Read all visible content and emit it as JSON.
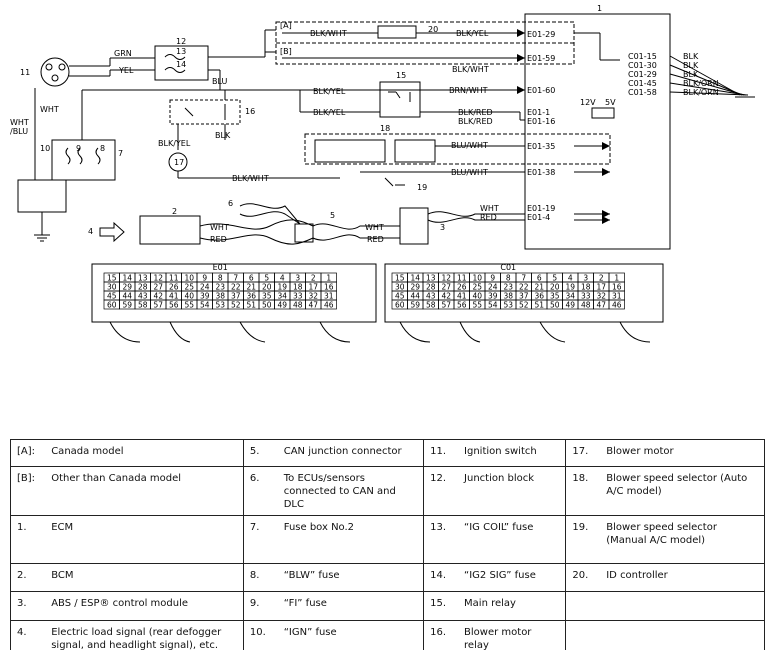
{
  "diagram": {
    "component_numbers": [
      "1",
      "2",
      "3",
      "4",
      "5",
      "6",
      "7",
      "8",
      "9",
      "10",
      "11",
      "12",
      "13",
      "14",
      "15",
      "16",
      "17",
      "18",
      "19",
      "20"
    ],
    "model_markers": [
      "[A]",
      "[B]"
    ],
    "wires": {
      "grn": "GRN",
      "yel": "YEL",
      "wht": "WHT",
      "wht_blu": "WHT\n/BLU",
      "blu": "BLU",
      "blk": "BLK",
      "blk_yel": "BLK/YEL",
      "blk_wht": "BLK/WHT",
      "blk_yel_2": "BLK/YEL",
      "blk_yel_3": "BLK/YEL",
      "brn_wht": "BRN/WHT",
      "blk_red": "BLK/RED",
      "blk_red_2": "BLK/RED",
      "blu_wht": "BLU/WHT",
      "blu_wht_2": "BLU/WHT",
      "blk_wht_top": "BLK/WHT",
      "blk_yel_top": "BLK/YEL",
      "blk_wht_mid": "BLK/WHT",
      "blk_wht_17": "BLK/WHT",
      "wht_2": "WHT",
      "red_2": "RED",
      "wht_3": "WHT",
      "red_3": "RED",
      "wht_ecm": "WHT",
      "red_ecm": "RED"
    },
    "terminals": [
      "E01-29",
      "E01-59",
      "E01-60",
      "E01-1",
      "E01-16",
      "E01-35",
      "E01-38",
      "E01-19",
      "E01-4"
    ],
    "right_terminals": [
      {
        "pin": "C01-15",
        "wire": "BLK"
      },
      {
        "pin": "C01-30",
        "wire": "BLK"
      },
      {
        "pin": "C01-29",
        "wire": "BLK"
      },
      {
        "pin": "C01-45",
        "wire": "BLK/ORN"
      },
      {
        "pin": "C01-58",
        "wire": "BLK/ORN"
      }
    ],
    "voltages": [
      "12V",
      "5V"
    ],
    "connectors": [
      {
        "name": "E01",
        "rows": [
          [
            "15",
            "14",
            "13",
            "12",
            "11",
            "10",
            "9",
            "8",
            "7",
            "6",
            "5",
            "4",
            "3",
            "2",
            "1"
          ],
          [
            "30",
            "29",
            "28",
            "27",
            "26",
            "25",
            "24",
            "23",
            "22",
            "21",
            "20",
            "19",
            "18",
            "17",
            "16"
          ],
          [
            "45",
            "44",
            "43",
            "42",
            "41",
            "40",
            "39",
            "38",
            "37",
            "36",
            "35",
            "34",
            "33",
            "32",
            "31"
          ],
          [
            "60",
            "59",
            "58",
            "57",
            "56",
            "55",
            "54",
            "53",
            "52",
            "51",
            "50",
            "49",
            "48",
            "47",
            "46"
          ]
        ]
      },
      {
        "name": "C01",
        "rows": [
          [
            "15",
            "14",
            "13",
            "12",
            "11",
            "10",
            "9",
            "8",
            "7",
            "6",
            "5",
            "4",
            "3",
            "2",
            "1"
          ],
          [
            "30",
            "29",
            "28",
            "27",
            "26",
            "25",
            "24",
            "23",
            "22",
            "21",
            "20",
            "19",
            "18",
            "17",
            "16"
          ],
          [
            "45",
            "44",
            "43",
            "42",
            "41",
            "40",
            "39",
            "38",
            "37",
            "36",
            "35",
            "34",
            "33",
            "32",
            "31"
          ],
          [
            "60",
            "59",
            "58",
            "57",
            "56",
            "55",
            "54",
            "53",
            "52",
            "51",
            "50",
            "49",
            "48",
            "47",
            "46"
          ]
        ]
      }
    ]
  },
  "legend": [
    [
      {
        "num": "[A]:",
        "text": "Canada model"
      },
      {
        "num": "5.",
        "text": "CAN junction connector"
      },
      {
        "num": "11.",
        "text": "Ignition switch"
      },
      {
        "num": "17.",
        "text": "Blower motor"
      }
    ],
    [
      {
        "num": "[B]:",
        "text": "Other than Canada model"
      },
      {
        "num": "6.",
        "text": "To ECUs/sensors connected to CAN and DLC"
      },
      {
        "num": "12.",
        "text": "Junction block"
      },
      {
        "num": "18.",
        "text": "Blower speed selector (Auto A/C model)"
      }
    ],
    [
      {
        "num": "1.",
        "text": "ECM"
      },
      {
        "num": "7.",
        "text": "Fuse box No.2"
      },
      {
        "num": "13.",
        "text": "“IG COIL” fuse"
      },
      {
        "num": "19.",
        "text": "Blower speed selector (Manual A/C model)"
      }
    ],
    [
      {
        "num": "2.",
        "text": "BCM"
      },
      {
        "num": "8.",
        "text": "“BLW” fuse"
      },
      {
        "num": "14.",
        "text": "“IG2 SIG” fuse"
      },
      {
        "num": "20.",
        "text": "ID controller"
      }
    ],
    [
      {
        "num": "3.",
        "text": "ABS / ESP® control module"
      },
      {
        "num": "9.",
        "text": "“FI” fuse"
      },
      {
        "num": "15.",
        "text": "Main relay"
      },
      {
        "num": "",
        "text": ""
      }
    ],
    [
      {
        "num": "4.",
        "text": "Electric load signal (rear defogger signal, and headlight signal), etc."
      },
      {
        "num": "10.",
        "text": "“IGN” fuse"
      },
      {
        "num": "16.",
        "text": "Blower motor relay"
      },
      {
        "num": "",
        "text": ""
      }
    ]
  ]
}
